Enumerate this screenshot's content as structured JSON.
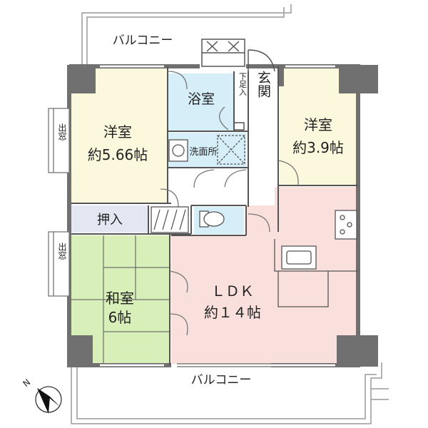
{
  "floorplan": {
    "balcony_top": "バルコニー",
    "balcony_bottom": "バルコニー",
    "rooms": {
      "western1": {
        "name": "洋室",
        "size": "約5.66帖"
      },
      "bath": {
        "name": "浴室"
      },
      "entrance": {
        "name": "玄関",
        "shoes": "下足入"
      },
      "western2": {
        "name": "洋室",
        "size": "約3.9帖"
      },
      "washroom": {
        "name": "洗面所"
      },
      "closet": {
        "name": "押入"
      },
      "japanese": {
        "name": "和室",
        "size": "6帖"
      },
      "ldk": {
        "name": "ＬＤＫ",
        "size": "約１４帖"
      }
    },
    "bay_window_upper": "出窓",
    "bay_window_lower": "出窓",
    "compass_label": "N"
  },
  "colors": {
    "western": "#fbf8dd",
    "bath": "#d6eef8",
    "japanese": "#d8efb9",
    "ldk": "#f9e0dc",
    "closet": "#e4e6f1",
    "wall": "#707070",
    "line": "#555555"
  }
}
